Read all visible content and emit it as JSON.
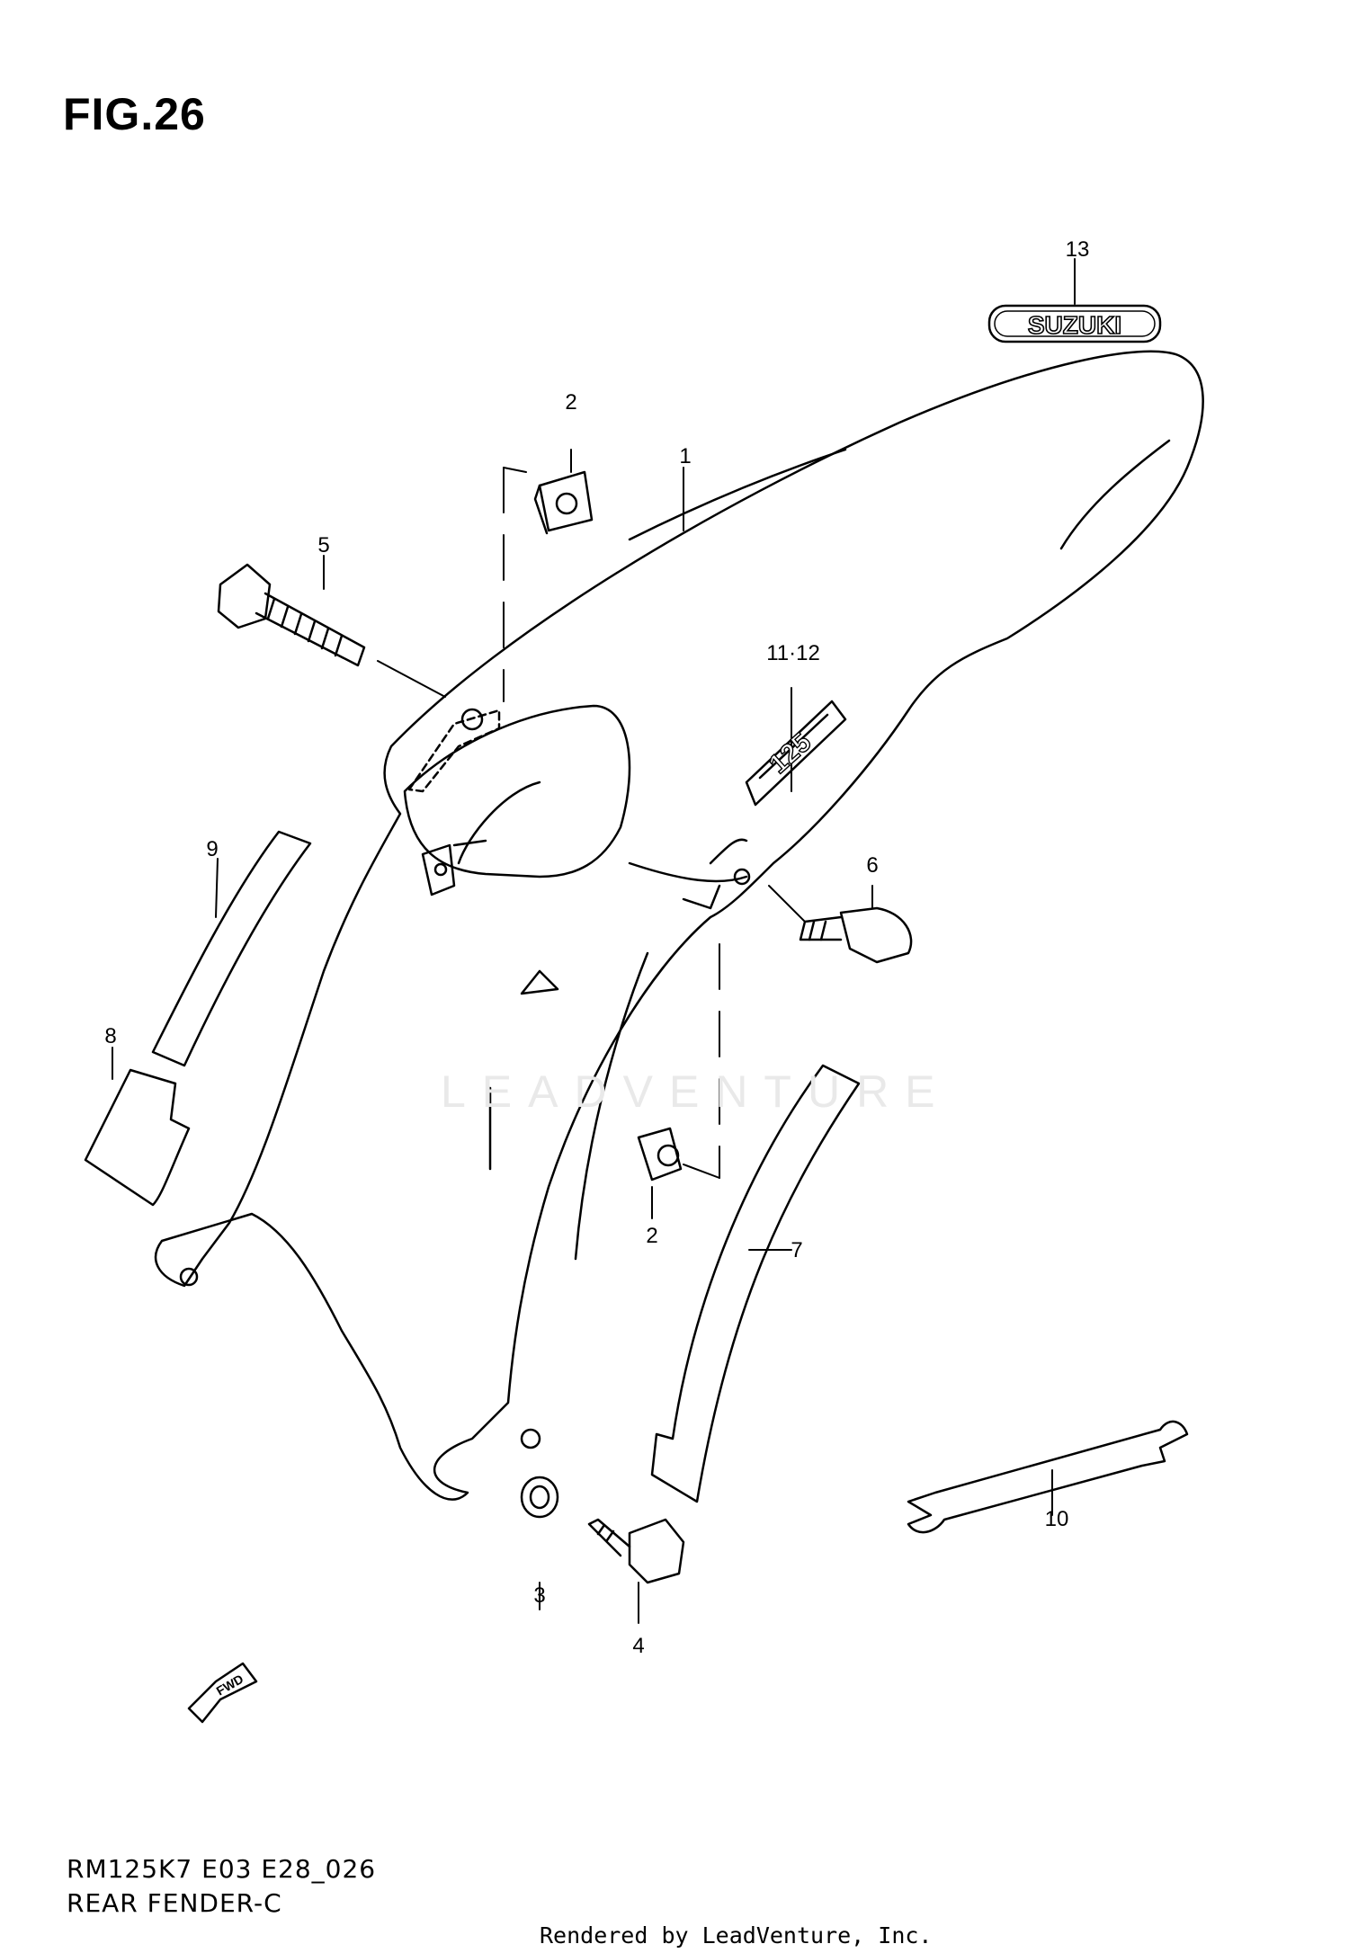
{
  "figure": {
    "title": "FIG.26",
    "model_code": "RM125K7 E03 E28_026",
    "section_name": "REAR FENDER-C",
    "credit": "Rendered by LeadVenture, Inc.",
    "watermark": "LEADVENTURE"
  },
  "decals": {
    "brand": "SUZUKI",
    "displacement": "125"
  },
  "fwd_label": "FWD",
  "callouts": [
    {
      "part": "rear-fender",
      "label": "1"
    },
    {
      "part": "nut-upper",
      "label": "2"
    },
    {
      "part": "nut-lower",
      "label": "2"
    },
    {
      "part": "washer",
      "label": "3"
    },
    {
      "part": "bolt-lower",
      "label": "4"
    },
    {
      "part": "bolt-long",
      "label": "5"
    },
    {
      "part": "bolt-right",
      "label": "6"
    },
    {
      "part": "pad-right",
      "label": "7"
    },
    {
      "part": "pad-lower-left",
      "label": "8"
    },
    {
      "part": "pad-upper-left",
      "label": "9"
    },
    {
      "part": "spanner",
      "label": "10"
    },
    {
      "part": "emblem-125",
      "label": "11·12"
    },
    {
      "part": "emblem-suzuki",
      "label": "13"
    }
  ]
}
